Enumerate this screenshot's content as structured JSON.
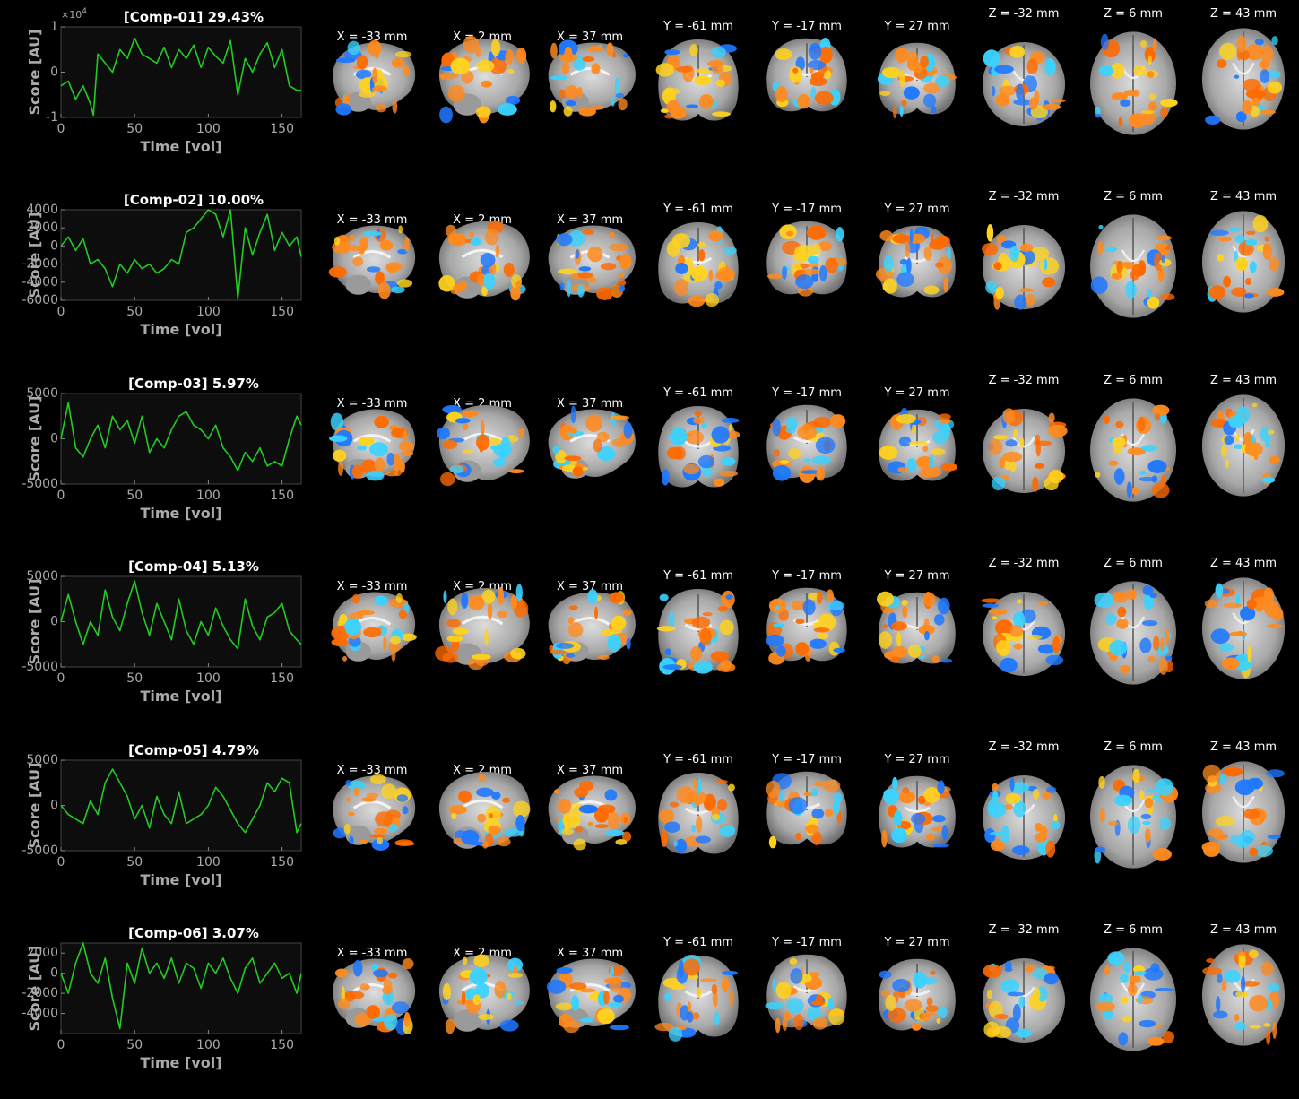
{
  "x_axis": {
    "label": "Time [vol]",
    "ticks": [
      0,
      50,
      100,
      150
    ],
    "range": [
      0,
      163
    ]
  },
  "y_axis": {
    "label": "Score [AU]"
  },
  "colors": {
    "trace": "#22cc22",
    "panel": "#0d0d0d",
    "axis": "#aaaaaa",
    "warm": "#ff8a1e",
    "hot": "#ffd21e",
    "cool": "#1f78ff",
    "cyan": "#3ad2ff"
  },
  "slice_labels": [
    "X = -33 mm",
    "X = 2 mm",
    "X = 37 mm",
    "Y = -61 mm",
    "Y = -17 mm",
    "Y = 27 mm",
    "Z = -32 mm",
    "Z = 6 mm",
    "Z = 43 mm"
  ],
  "chart_data": [
    {
      "type": "line",
      "title": "[Comp-01] 29.43%",
      "multiplier": "×10",
      "multiplier_exp": "4",
      "ylim": [
        -1,
        1
      ],
      "ytick_labels": [
        "1",
        "0",
        "-1"
      ],
      "yticks": [
        1,
        0,
        -1
      ],
      "x": [
        0,
        5,
        10,
        15,
        20,
        22,
        25,
        30,
        35,
        40,
        45,
        50,
        55,
        60,
        65,
        70,
        75,
        80,
        85,
        90,
        95,
        100,
        105,
        110,
        115,
        120,
        125,
        130,
        135,
        140,
        145,
        150,
        155,
        160,
        163
      ],
      "values": [
        -0.3,
        -0.2,
        -0.6,
        -0.3,
        -0.7,
        -0.95,
        0.4,
        0.2,
        0.0,
        0.5,
        0.3,
        0.75,
        0.4,
        0.3,
        0.2,
        0.55,
        0.1,
        0.5,
        0.3,
        0.6,
        0.1,
        0.55,
        0.35,
        0.2,
        0.7,
        -0.5,
        0.3,
        0.0,
        0.4,
        0.65,
        0.1,
        0.5,
        -0.3,
        -0.4,
        -0.4
      ]
    },
    {
      "type": "line",
      "title": "[Comp-02] 10.00%",
      "ylim": [
        -6000,
        4000
      ],
      "ytick_labels": [
        "4000",
        "2000",
        "0",
        "-2000",
        "-4000",
        "-6000"
      ],
      "yticks": [
        4000,
        2000,
        0,
        -2000,
        -4000,
        -6000
      ],
      "x": [
        0,
        5,
        10,
        15,
        20,
        25,
        30,
        35,
        40,
        45,
        50,
        55,
        60,
        65,
        70,
        75,
        80,
        85,
        90,
        95,
        100,
        105,
        110,
        115,
        120,
        125,
        130,
        135,
        140,
        145,
        150,
        155,
        160,
        163
      ],
      "values": [
        0,
        1000,
        -500,
        800,
        -2000,
        -1500,
        -2500,
        -4500,
        -2000,
        -3000,
        -1500,
        -2500,
        -2000,
        -3000,
        -2500,
        -1500,
        -2000,
        1500,
        2000,
        3000,
        4000,
        3500,
        1000,
        4000,
        -5800,
        2000,
        -1000,
        1500,
        3500,
        -500,
        1500,
        0,
        1000,
        -1200
      ]
    },
    {
      "type": "line",
      "title": "[Comp-03] 5.97%",
      "ylim": [
        -5000,
        5000
      ],
      "ytick_labels": [
        "5000",
        "0",
        "-5000"
      ],
      "yticks": [
        5000,
        0,
        -5000
      ],
      "x": [
        0,
        5,
        10,
        15,
        20,
        25,
        30,
        35,
        40,
        45,
        50,
        55,
        60,
        65,
        70,
        75,
        80,
        85,
        90,
        95,
        100,
        105,
        110,
        115,
        120,
        125,
        130,
        135,
        140,
        145,
        150,
        155,
        160,
        163
      ],
      "values": [
        0,
        4000,
        -1000,
        -2000,
        0,
        1500,
        -1000,
        2500,
        1000,
        2000,
        -500,
        2500,
        -1500,
        0,
        -1000,
        1000,
        2500,
        3000,
        1500,
        1000,
        0,
        1500,
        -1000,
        -2000,
        -3500,
        -1500,
        -2500,
        -1000,
        -3000,
        -2500,
        -3000,
        0,
        2500,
        1500
      ]
    },
    {
      "type": "line",
      "title": "[Comp-04] 5.13%",
      "ylim": [
        -5000,
        5000
      ],
      "ytick_labels": [
        "5000",
        "0",
        "-5000"
      ],
      "yticks": [
        5000,
        0,
        -5000
      ],
      "x": [
        0,
        5,
        10,
        15,
        20,
        25,
        30,
        35,
        40,
        45,
        50,
        55,
        60,
        65,
        70,
        75,
        80,
        85,
        90,
        95,
        100,
        105,
        110,
        115,
        120,
        125,
        130,
        135,
        140,
        145,
        150,
        155,
        160,
        163
      ],
      "values": [
        0,
        3000,
        0,
        -2500,
        0,
        -1500,
        3500,
        500,
        -1000,
        2000,
        4500,
        1000,
        -1500,
        2000,
        0,
        -2000,
        2500,
        -1000,
        -2500,
        0,
        -1500,
        1500,
        -500,
        -2000,
        -3000,
        2500,
        -500,
        -2000,
        500,
        1000,
        2000,
        -1000,
        -2000,
        -2500
      ]
    },
    {
      "type": "line",
      "title": "[Comp-05] 4.79%",
      "ylim": [
        -5000,
        5000
      ],
      "ytick_labels": [
        "5000",
        "0",
        "-5000"
      ],
      "yticks": [
        5000,
        0,
        -5000
      ],
      "x": [
        0,
        5,
        10,
        15,
        20,
        25,
        30,
        35,
        40,
        45,
        50,
        55,
        60,
        65,
        70,
        75,
        80,
        85,
        90,
        95,
        100,
        105,
        110,
        115,
        120,
        125,
        130,
        135,
        140,
        145,
        150,
        155,
        160,
        163
      ],
      "values": [
        0,
        -1000,
        -1500,
        -2000,
        500,
        -1000,
        2500,
        4000,
        2500,
        1000,
        -1500,
        0,
        -2500,
        1000,
        -1000,
        -2000,
        1500,
        -2000,
        -1500,
        -1000,
        0,
        2000,
        1000,
        -500,
        -2000,
        -3000,
        -1500,
        0,
        2500,
        1500,
        3000,
        2500,
        -3000,
        -2000
      ]
    },
    {
      "type": "line",
      "title": "[Comp-06] 3.07%",
      "ylim": [
        -6000,
        3000
      ],
      "ytick_labels": [
        "2000",
        "0",
        "-2000",
        "-4000"
      ],
      "yticks": [
        2000,
        0,
        -2000,
        -4000
      ],
      "x": [
        0,
        5,
        10,
        15,
        20,
        25,
        30,
        35,
        40,
        45,
        50,
        55,
        60,
        65,
        70,
        75,
        80,
        85,
        90,
        95,
        100,
        105,
        110,
        115,
        120,
        125,
        130,
        135,
        140,
        145,
        150,
        155,
        160,
        163
      ],
      "values": [
        0,
        -2000,
        1000,
        3000,
        0,
        -1000,
        1500,
        -2500,
        -5500,
        1000,
        -1000,
        2500,
        0,
        1000,
        -500,
        1500,
        -1000,
        1000,
        500,
        -1500,
        1000,
        0,
        1500,
        -500,
        -2000,
        500,
        1500,
        -1000,
        0,
        1000,
        -500,
        0,
        -2000,
        0
      ]
    }
  ]
}
